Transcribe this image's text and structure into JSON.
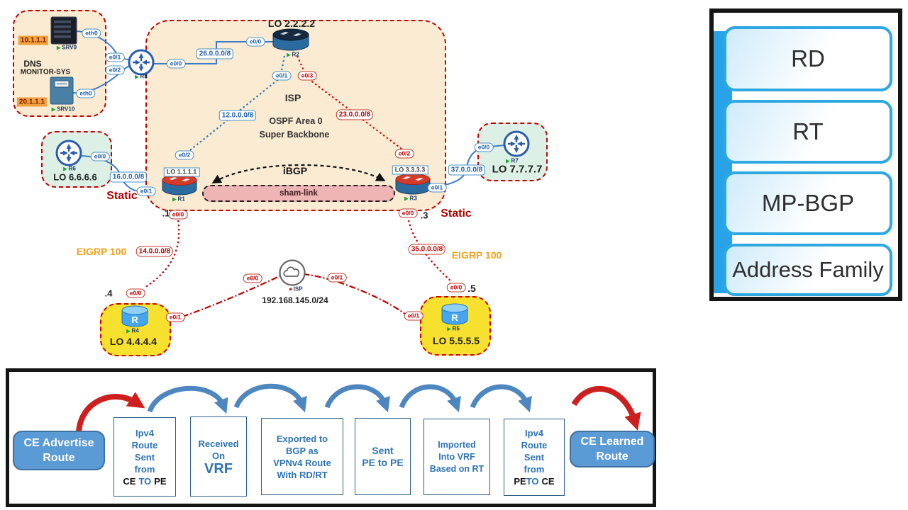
{
  "topology": {
    "r_glyph": "R",
    "dns_group": {
      "ip_top": "10.1.1.1",
      "srv_top": "SRV9",
      "title1": "DNS",
      "title2": "MONITOR-SYS",
      "ip_bottom": "20.1.1.1",
      "srv_bottom": "SRV10",
      "eth_top": "eth0",
      "eth_bottom": "eth0"
    },
    "routers": {
      "r8": "R8",
      "r2": "R2",
      "r1": "R1",
      "r3": "R3",
      "r6": "R6",
      "r7": "R7",
      "r4": "R4",
      "r5": "R5"
    },
    "loopbacks": {
      "r2": "LO 2.2.2.2",
      "r1": "LO 1.1.1.1",
      "r3": "LO 3.3.3.3",
      "r6": "LO 6.6.6.6",
      "r7": "LO 7.7.7.7",
      "r4": "LO 4.4.4.4",
      "r5": "LO 5.5.5.5"
    },
    "interfaces": {
      "r8_e01": "e0/1",
      "r8_e02": "e0/2",
      "r8_e00": "e0/0",
      "r2_e00": "e0/0",
      "r2_e01": "e0/1",
      "r2_e03": "e0/3",
      "r1_e02": "e0/2",
      "r1_e01": "e0/1",
      "r1_e00": "e0/0",
      "r3_e02": "e0/2",
      "r3_e01": "e0/1",
      "r3_e00": "e0/0",
      "r6_e00": "e0/0",
      "r7_e00": "e0/0",
      "r4_e00": "e0/0",
      "r4_e01": "e0/1",
      "r5_e00": "e0/0",
      "r5_e01": "e0/1",
      "cloud_e00": "e0/0",
      "cloud_e01": "e0/1"
    },
    "networks": {
      "n26": "26.0.0.0/8",
      "n12": "12.0.0.0/8",
      "n23": "23.0.0.0/8",
      "n16": "16.0.0.0/8",
      "n37": "37.0.0.0/8",
      "n14": "14.0.0.0/8",
      "n35": "35.0.0.0/8",
      "n145": "192.168.145.0/24"
    },
    "core": {
      "isp": "ISP",
      "ospf_line1": "OSPF Area 0",
      "ospf_line2": "Super Backbone",
      "ibgp": "iBGP",
      "sham": "sham-link"
    },
    "annotations": {
      "static_left": "Static",
      "static_right": "Static",
      "eigrp_left": "EIGRP 100",
      "eigrp_right": "EIGRP 100",
      "host1": ".1",
      "host3": ".3",
      "host4": ".4",
      "host5": ".5",
      "cloud_name": "ISP"
    }
  },
  "panel": {
    "buttons": [
      {
        "label": "RD"
      },
      {
        "label": "RT"
      },
      {
        "label": "MP-BGP"
      },
      {
        "label": "Address Family"
      }
    ]
  },
  "flow": {
    "start_line1": "CE Advertise",
    "start_line2": "Route",
    "end_line1": "CE Learned",
    "end_line2": "Route",
    "step1": {
      "l1": "Ipv4",
      "l2": "Route",
      "l3": "Sent",
      "l4": "from",
      "a": "CE",
      "b": "TO",
      "c": "PE"
    },
    "step2": {
      "l1": "Received",
      "l2": "On",
      "big": "VRF"
    },
    "step3": {
      "l1": "Exported to",
      "l2": "BGP as",
      "l3": "VPNv4 Route",
      "l4": "With RD/RT"
    },
    "step4": {
      "l1": "Sent",
      "l2": "PE to PE"
    },
    "step5": {
      "l1": "Imported",
      "l2": "Into VRF",
      "l3": "Based on RT"
    },
    "step6": {
      "l1": "Ipv4",
      "l2": "Route",
      "l3": "Sent",
      "l4": "from",
      "a": "PE",
      "b": "TO",
      "c": "CE"
    }
  }
}
